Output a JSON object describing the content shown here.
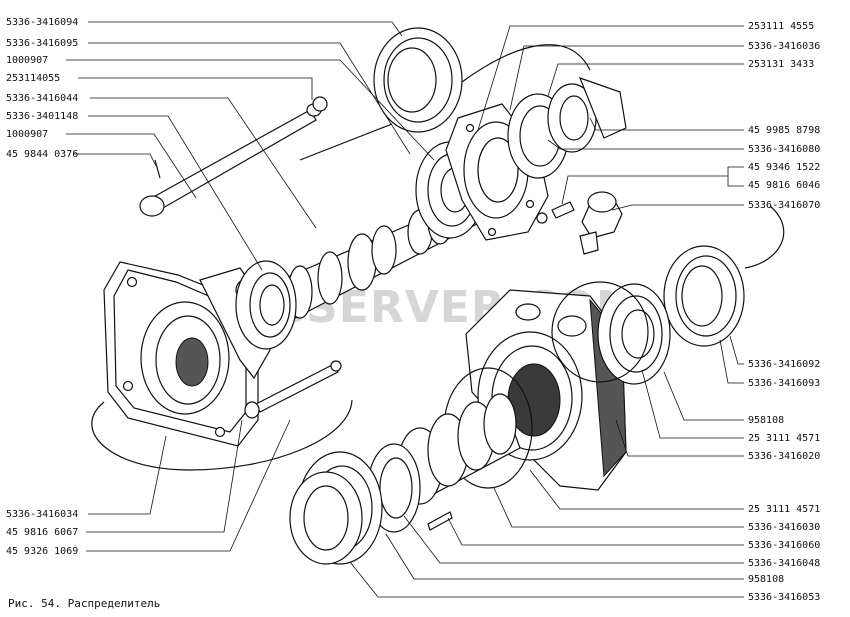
{
  "caption": "Рис. 54. Распределитель",
  "watermark": "SPECSERVER.COM",
  "left_labels": [
    "5336-3416094",
    "5336-3416095",
    "1000907",
    "253114055",
    "5336-3416044",
    "5336-3401148",
    "1000907",
    "45 9844 0376",
    "5336-3416034",
    "45 9816 6067",
    "45 9326 1069"
  ],
  "right_labels": [
    "253111 4555",
    "5336-3416036",
    "253131 3433",
    "45 9985 8798",
    "5336-3416080",
    "45 9346 1522",
    "45 9816 6046",
    "5336-3416070",
    "5336-3416092",
    "5336-3416093",
    "958108",
    "25 3111 4571",
    "5336-3416020",
    "25 3111 4571",
    "5336-3416030",
    "5336-3416060",
    "5336-3416048",
    "958108",
    "5336-3416053"
  ]
}
